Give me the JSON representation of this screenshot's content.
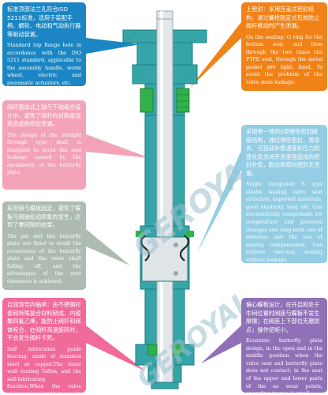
{
  "watermark": "GEROYAL",
  "colors": {
    "valve_body": "#35a5a8",
    "valve_outline": "#1c7f84",
    "stem": "#e3e7ea",
    "seal": "#32b14a",
    "box_blue": "#1b86c3",
    "box_orange": "#f08217",
    "box_pink": "#f3a3b8",
    "box_lightblue": "#94cde4",
    "box_grey": "#aebbb1",
    "box_magenta": "#f06b9a",
    "box_purple": "#9071b7"
  },
  "notes": {
    "top_flange": {
      "zh": "标准顶部法兰孔符合ISO 5211标准，适用于装配手柄、蜗轮、电动和气动执行器等驱动装置。",
      "en": "Standard top flange hole in accordance with the ISO 5211 standard, applicable to the assembly handle, worm wheel, electric and pneumatic actuators, etc."
    },
    "sealing": {
      "zh": "上密封：采用压盖式密封结构，通过螺栓固定式有效防止阀杆推动时产生泄漏。",
      "en": "On the sealing: O ring for the bottom seal, and then through the two times the PTFE seal, through the metal gasket pre tight, fixed. To avoid the problem of the valve stem leakage."
    },
    "stem_design": {
      "zh": "阀杆整体式上轴与下轴组合设计中，避免了阀杆的对称度误差造成的密封泄漏。",
      "en": "The design of the straight through type shaft is designed to avoid the seal leakage caused by the asymmetry of the butterfly plate."
    },
    "seal_ring": {
      "zh": "采用单一体的S型弹性密封阀座结构，通过弹性密封，寿命长、可自动补偿温度和压力的变化及关闭开关使用造成的密封补偿，能达到双向密封无泄漏。",
      "en": "Single integrated S type elastic sealing valve seat structure, imported materials, good elasticity, long life. Can automatically compensate for temperature and pressure changes and long-term use of switches and the use of sealing compensation. Can achieve two-way sealing without leakage."
    },
    "pin_fixing": {
      "zh": "采用销与蝶板固定，避免了蝶板与阀轴松动现象的发生，达到了零间隙的效果。",
      "en": "The pin and the butterfly plate are fixed to avoid the occurrence of the butterfly plate and the valve shaft falling off, and the advantages of the zero clearance is achieved."
    },
    "bearing": {
      "zh": "自润滑导向轴承：由不锈钢衬套和特殊复合材料制成，内镀聚四氟乙烯，能防止阀杆和阀体咬合，在阀杆高速旋转时，不会发生阀杆卡死。",
      "en": "Self lubrication guide bearing: made of stainless steel as copper.The inner wall coating Teflon, and the self-lubricating function.When the valve stem rotates at high speed, the card will not die."
    },
    "eccentric": {
      "zh": "偏心蝶板设计，在开启和处于中间位置时阀座与蝶板不发生摩擦；在阀座上下部位无磨损点；操作扭矩小。",
      "en": "Eccentric butterfly plate design, in the open and in the middle position when the valve seat and butterfly plate does not contact; in the seat of the upper and lower parts of the no wear points; operating torque is small."
    }
  }
}
